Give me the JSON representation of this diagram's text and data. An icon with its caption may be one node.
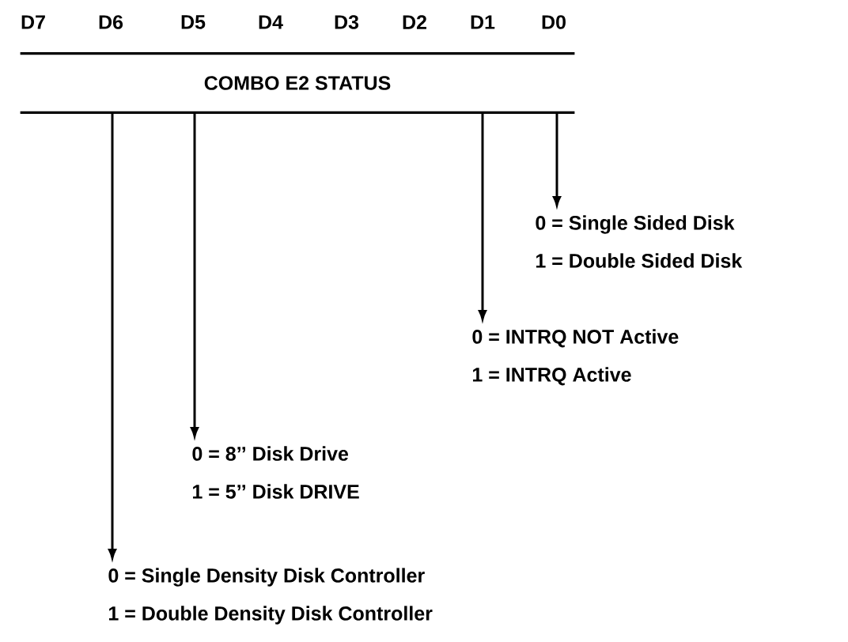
{
  "diagram": {
    "nodes": [
      {
        "text": [
          "COMBO E2 STATUS"
        ]
      },
      {
        "text": [
          "0 = Single Sided Disk",
          "1 = Double Sided Disk"
        ]
      },
      {
        "text": [
          "0 = INTRQ NOT Active",
          "1 = INTRQ Active"
        ]
      },
      {
        "text": [
          "0 = 8’’ Disk Drive",
          "1 = 5’’ Disk DRIVE"
        ]
      },
      {
        "text": [
          "0 = Single Density Disk Controller",
          "1 = Double Density Disk Controller"
        ]
      }
    ],
    "edges": [
      {
        "from": 0,
        "to": 1,
        "arrow": "to"
      },
      {
        "from": 0,
        "to": 2,
        "arrow": "to"
      },
      {
        "from": 0,
        "to": 3,
        "arrow": "to"
      },
      {
        "from": 0,
        "to": 4,
        "arrow": "to"
      }
    ],
    "labels": [
      "D7",
      "D6",
      "D5",
      "D4",
      "D3",
      "D2",
      "D1",
      "D0"
    ]
  }
}
